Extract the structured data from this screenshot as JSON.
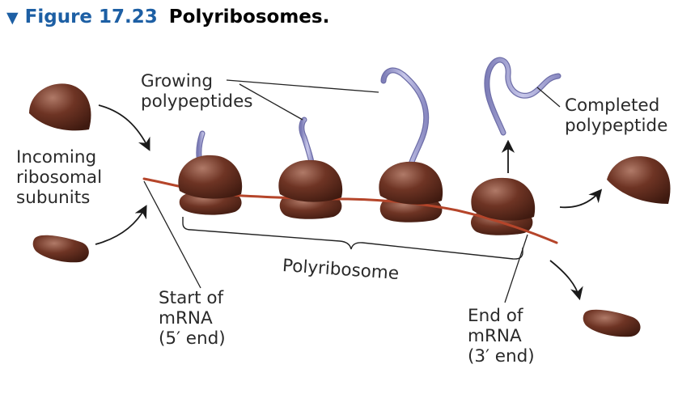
{
  "title": {
    "marker": "▼",
    "figure_number": "Figure 17.23",
    "figure_name": "Polyribosomes."
  },
  "labels": {
    "growing_polypeptides": [
      "Growing",
      "polypeptides"
    ],
    "completed_polypeptide": [
      "Completed",
      "polypeptide"
    ],
    "incoming_subunits": [
      "Incoming",
      "ribosomal",
      "subunits"
    ],
    "polyribosome": "Polyribosome",
    "start_mrna": [
      "Start of",
      "mRNA",
      "(5′ end)"
    ],
    "end_mrna": [
      "End of",
      "mRNA",
      "(3′ end)"
    ]
  },
  "colors": {
    "title_blue": "#1d5fa4",
    "ribosome_brown": "#5e2a1c",
    "mrna_red": "#b5452a",
    "polypeptide_lavender": "#a3a3d0",
    "leader_line": "#222222"
  }
}
